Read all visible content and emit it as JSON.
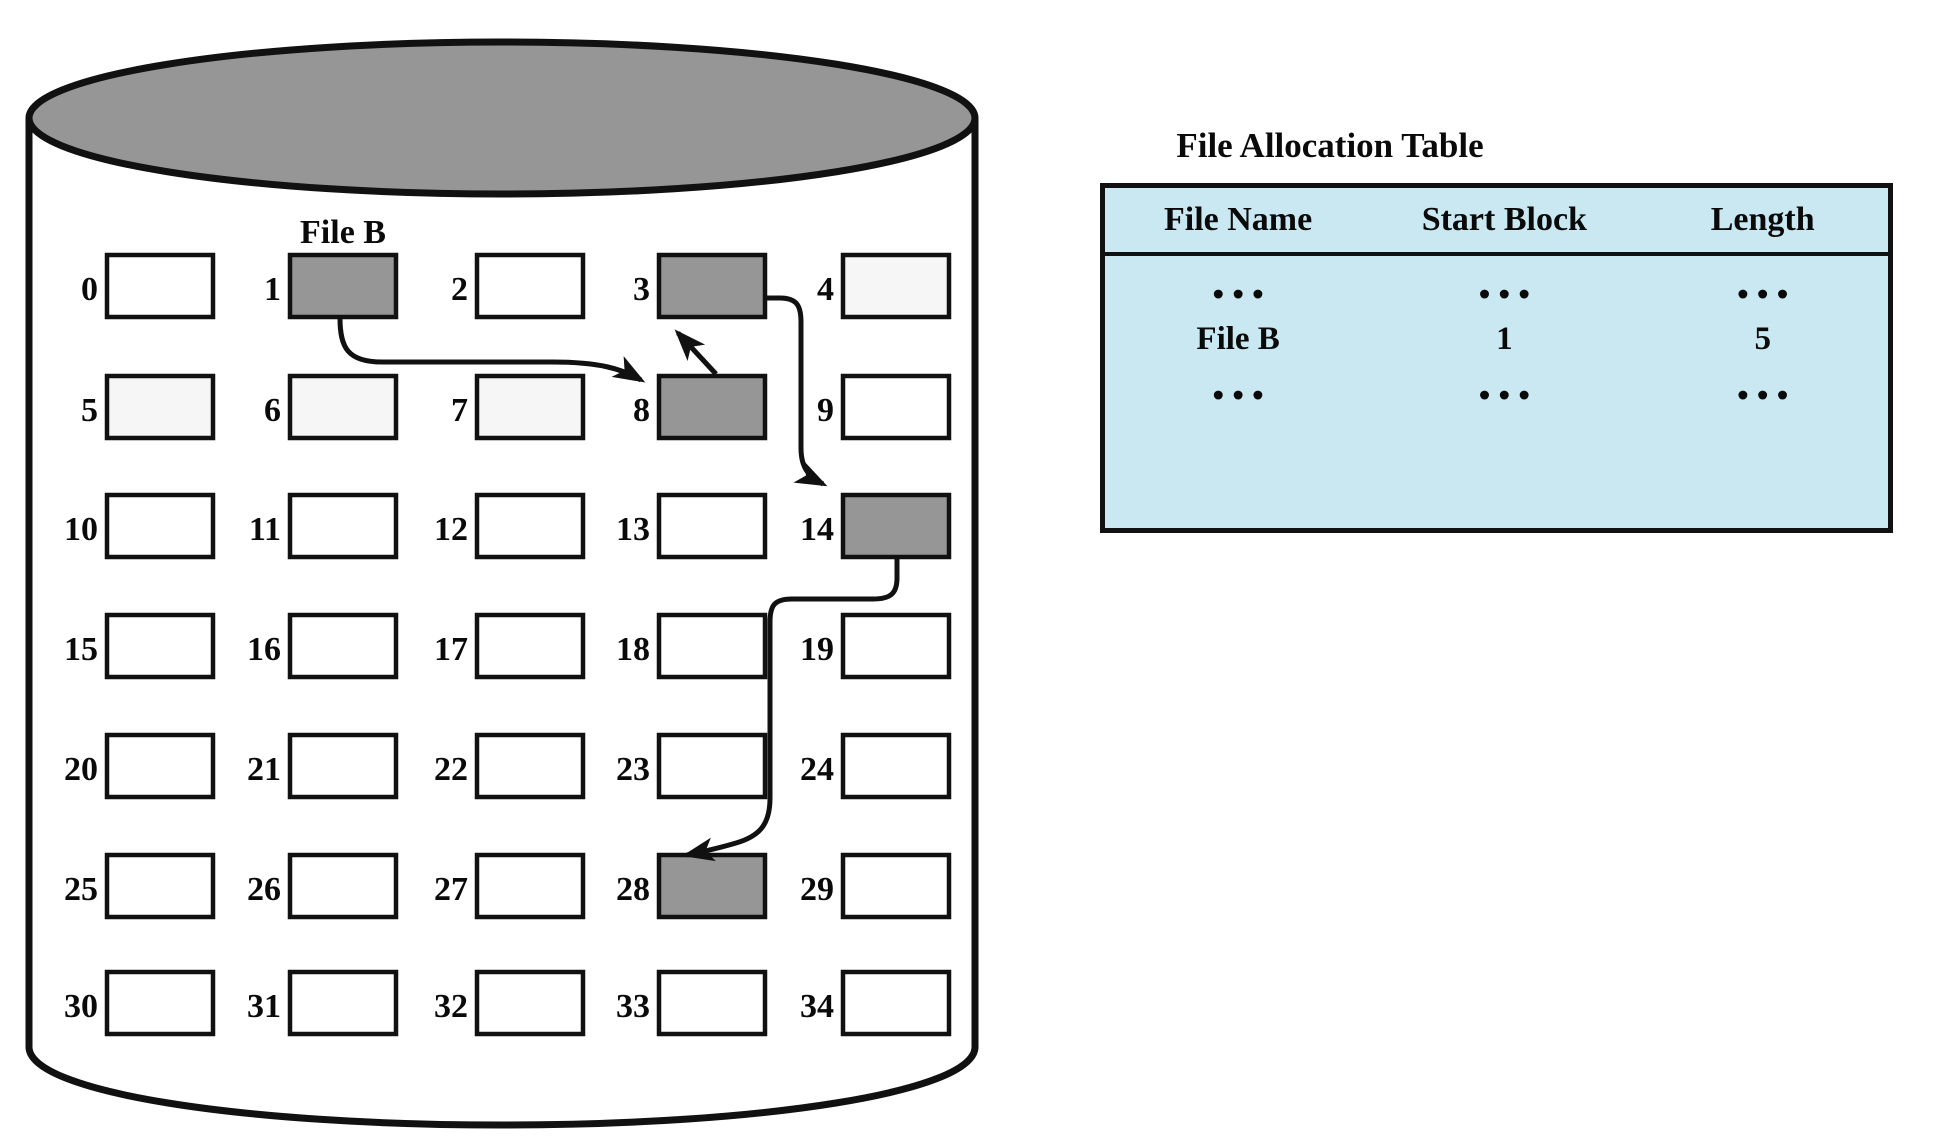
{
  "diagram": {
    "file_label": "File B",
    "disk": {
      "block_count": 35,
      "columns": 5,
      "shaded_blocks": [
        1,
        3,
        8,
        14,
        28
      ],
      "light_blocks": [
        4,
        5,
        6,
        7
      ],
      "chain": [
        1,
        8,
        3,
        14,
        28
      ]
    },
    "colors": {
      "shaded_block": "#969696",
      "light_block": "#f6f6f6",
      "empty_block": "#ffffff",
      "stroke": "#111111",
      "cylinder_top": "#969696",
      "table_bg": "#c9e8f2"
    }
  },
  "table": {
    "title": "File Allocation Table",
    "headers": [
      "File Name",
      "Start Block",
      "Length"
    ],
    "rows": [
      [
        "• • •",
        "• • •",
        "• • •"
      ],
      [
        "File B",
        "1",
        "5"
      ],
      [
        "• • •",
        "• • •",
        "• • •"
      ]
    ]
  }
}
